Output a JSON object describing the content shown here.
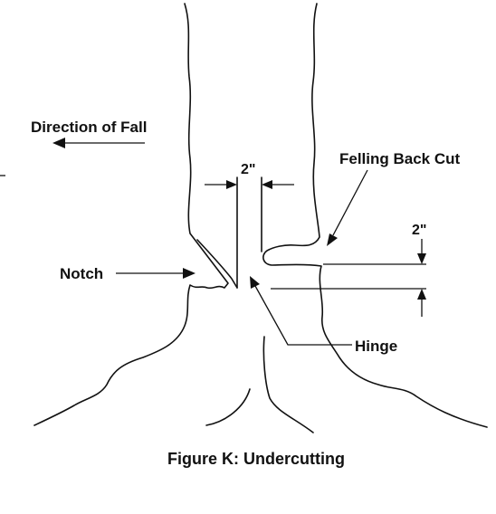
{
  "figure": {
    "caption": "Figure K:  Undercutting",
    "labels": {
      "direction_of_fall": "Direction of Fall",
      "felling_back_cut": "Felling Back Cut",
      "notch": "Notch",
      "hinge": "Hinge",
      "top_dimension": "2\"",
      "right_dimension": "2\""
    }
  }
}
